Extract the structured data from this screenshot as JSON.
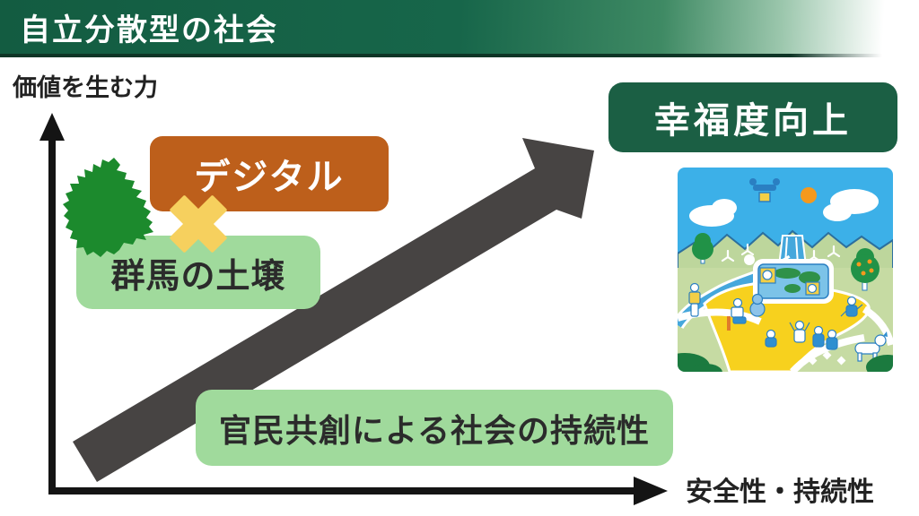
{
  "slide": {
    "title": "自立分散型の社会",
    "y_axis_label": "価値を生む力",
    "x_axis_label": "安全性・持続性",
    "boxes": {
      "digital": "デジタル",
      "gunma_soil": "群馬の土壌",
      "sustainability": "官民共創による社会の持続性",
      "happiness": "幸福度向上"
    },
    "icons": {
      "multiply": "multiply-cross",
      "gunma_map": "gunma-prefecture-silhouette",
      "growth_arrow": "diagonal-growth-arrow",
      "y_axis_arrow": "up-arrow",
      "x_axis_arrow": "right-arrow",
      "illustration": "future-society-illustration"
    },
    "colors": {
      "header_green": "#15614a",
      "dark_green_box": "#1b5f44",
      "orange_box": "#bd5f1b",
      "light_green_box": "#a0da9c",
      "yellow_cross": "#f6d05e",
      "gunma_green": "#1c8a2d",
      "arrow_gray": "#474443",
      "axis_black": "#141414"
    }
  }
}
